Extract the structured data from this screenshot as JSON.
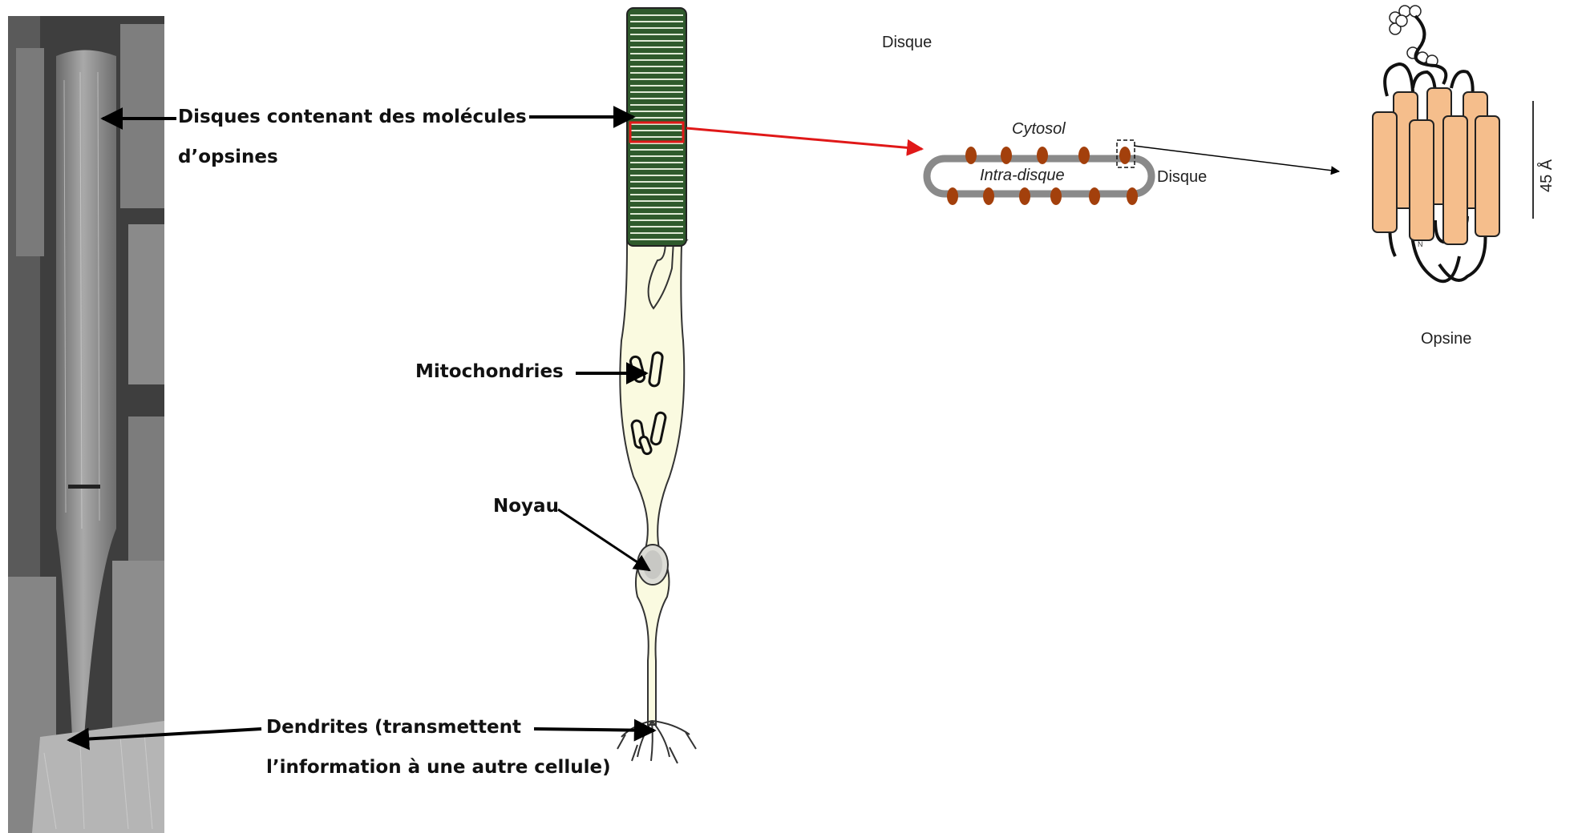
{
  "labels": {
    "disks": "Disques contenant des molécules",
    "disks_line2": "d’opsines",
    "mitochondria": "Mitochondries",
    "nucleus": "Noyau",
    "dendrites": "Dendrites (transmettent",
    "dendrites_line2": "l’information à une autre cellule)"
  },
  "disk_panel": {
    "title": "Disque",
    "cytosol": "Cytosol",
    "intra": "Intra-disque",
    "side_label": "Disque"
  },
  "opsin_panel": {
    "name": "Opsine",
    "scale": "45 Å"
  },
  "colors": {
    "stack": "#3f6b3a",
    "cell_fill": "#fafae0",
    "highlight": "#e01818",
    "protein": "#a3400c",
    "helix": "#f5be8c",
    "membrane": "#8a8a8a"
  }
}
